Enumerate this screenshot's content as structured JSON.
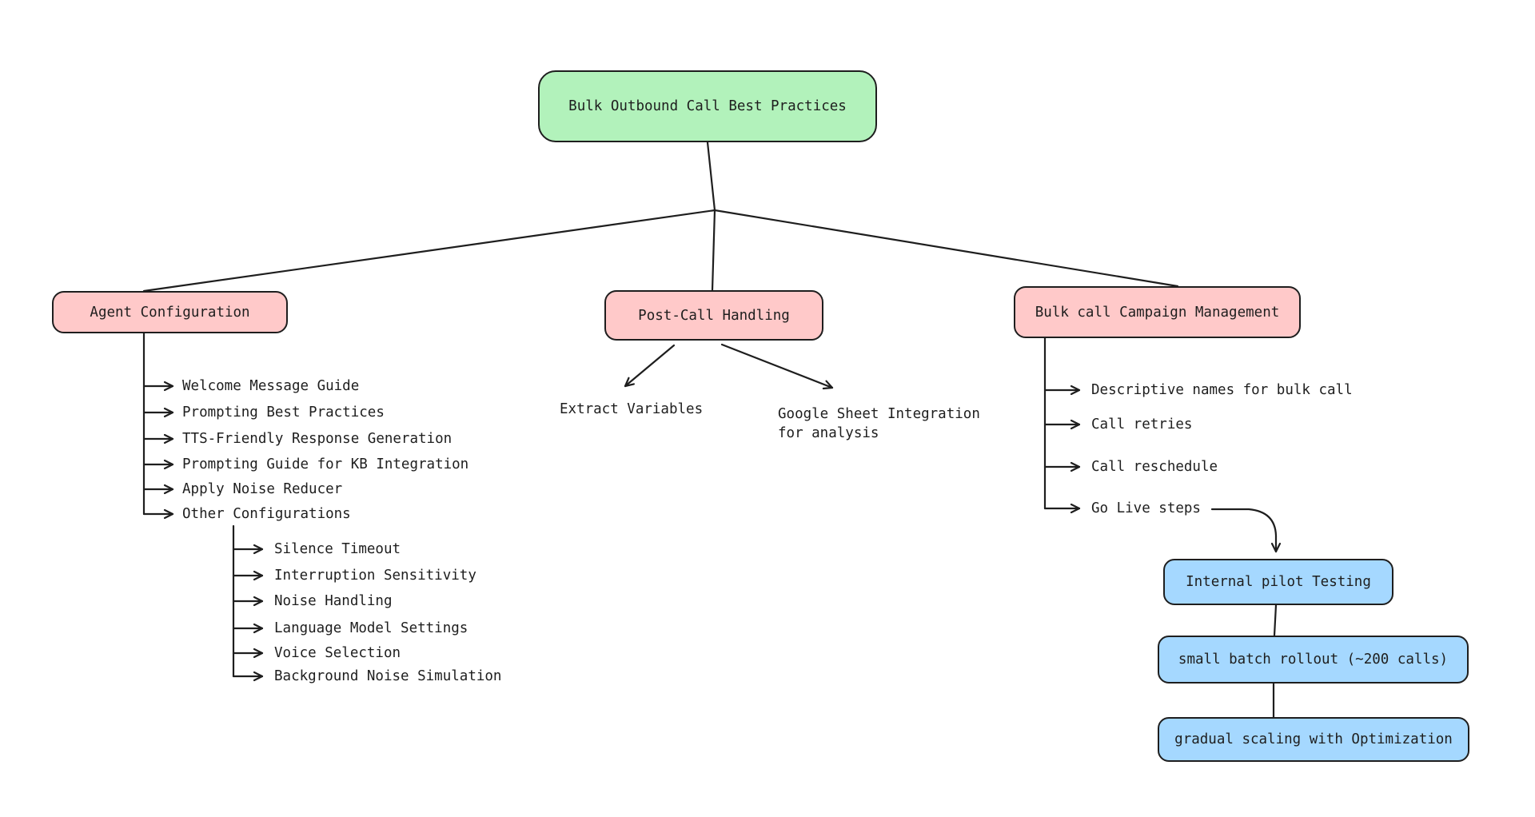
{
  "colors": {
    "background": "#ffffff",
    "stroke": "#1e1e1e",
    "root_fill": "#b2f2bb",
    "branch_fill": "#ffc9c9",
    "step_fill": "#a5d8ff"
  },
  "root": {
    "label": "Bulk Outbound Call Best Practices"
  },
  "agent": {
    "label": "Agent Configuration",
    "items": [
      "Welcome Message Guide",
      "Prompting Best Practices",
      "TTS-Friendly Response Generation",
      "Prompting Guide for KB Integration",
      "Apply Noise Reducer",
      "Other Configurations"
    ],
    "sub_items": [
      "Silence Timeout",
      "Interruption Sensitivity",
      "Noise Handling",
      "Language Model Settings",
      "Voice Selection",
      "Background Noise Simulation"
    ]
  },
  "postcall": {
    "label": "Post-Call Handling",
    "children": [
      "Extract Variables",
      "Google Sheet Integration\nfor analysis"
    ]
  },
  "campaign": {
    "label": "Bulk call Campaign Management",
    "items": [
      "Descriptive names for bulk call",
      "Call retries",
      "Call reschedule",
      "Go Live steps"
    ],
    "steps": [
      "Internal pilot Testing",
      "small batch rollout (~200 calls)",
      "gradual scaling with Optimization"
    ]
  }
}
